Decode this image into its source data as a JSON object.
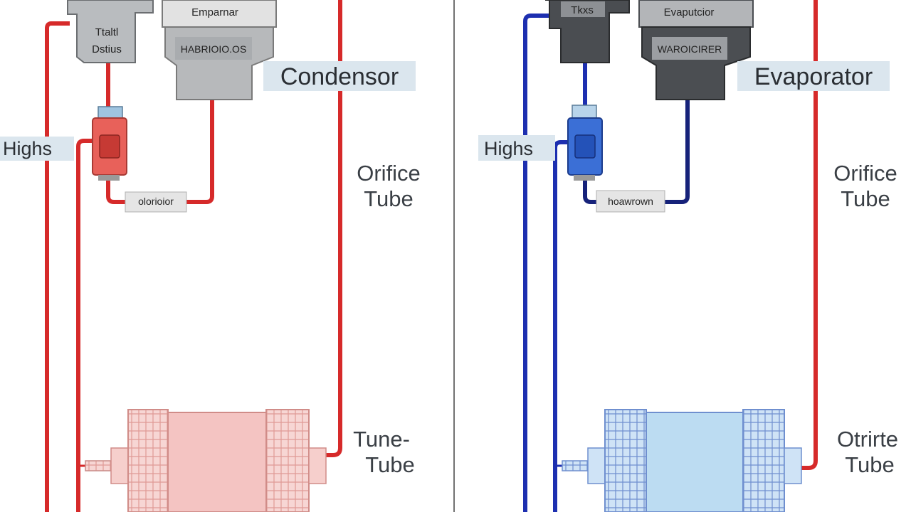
{
  "left": {
    "top_label_line1": "Ttaltl",
    "top_label_line2": "Dstius",
    "unit_label": "Emparnar",
    "body_label": "HABRIOIO.OS",
    "title": "Condensor",
    "high_label": "Highs",
    "bottom_tag": "olorioior",
    "side_upper_line1": "Orifice",
    "side_upper_line2": "Tube",
    "side_lower_line1": "Tune-",
    "side_lower_line2": "Tube",
    "line_color": "#d62a2a",
    "device_color": "#e8615a",
    "coil_color": "#f4c4c2"
  },
  "right": {
    "top_label": "Tkxs",
    "unit_label": "Evaputcior",
    "body_label": "WAROICIRER",
    "title": "Evaporator",
    "high_label": "Highs",
    "bottom_tag": "hoawrown",
    "side_upper_line1": "Orifice",
    "side_upper_line2": "Tube",
    "side_lower_line1": "Otrirte",
    "side_lower_line2": "Tube",
    "line_color": "#1d2fb0",
    "return_line_color": "#d62a2a",
    "device_color": "#3b6fd6",
    "coil_color": "#bcdcf2"
  }
}
